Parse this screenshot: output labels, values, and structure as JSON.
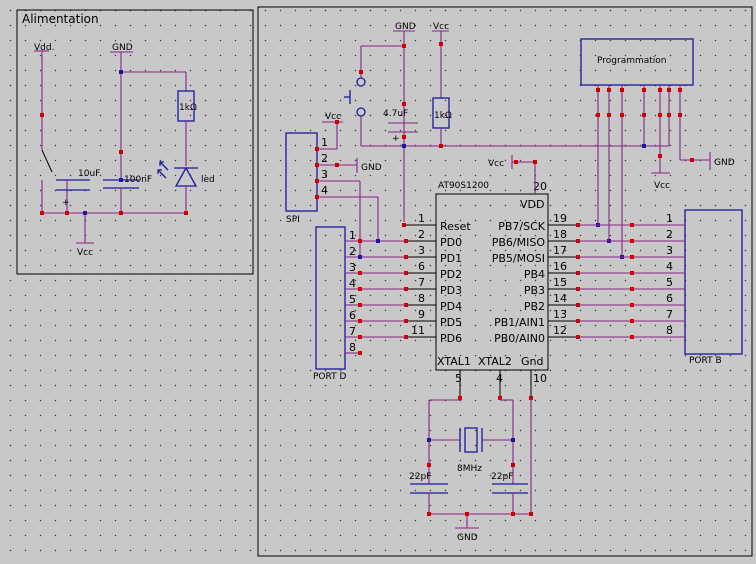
{
  "power_supply": {
    "title": "Alimentation",
    "vdd_label": "Vdd.",
    "gnd_label": "GND",
    "cap1_label": "10uF",
    "cap2_label": "100nF",
    "resistor_label": "1kΩ",
    "led_label": "led",
    "vcc_label": "Vcc"
  },
  "reset": {
    "gnd_label": "GND",
    "vcc_label": "Vcc",
    "cap_label": "4.7uF",
    "resistor_label": "1kΩ"
  },
  "programmer": {
    "title": "Programmation",
    "gnd_label": "GND",
    "vcc_label": "Vcc"
  },
  "spi": {
    "name": "SPI",
    "vcc_label": "Vcc",
    "gnd_label": "GND",
    "pins": [
      "1",
      "2",
      "3",
      "4"
    ]
  },
  "mcu": {
    "name": "AT90S1200",
    "vdd_label": "VDD",
    "vdd_pin": "20",
    "vcc_label": "Vcc",
    "left_pins": [
      {
        "num": "1",
        "name": "Reset"
      },
      {
        "num": "2",
        "name": "PD0"
      },
      {
        "num": "3",
        "name": "PD1"
      },
      {
        "num": "6",
        "name": "PD2"
      },
      {
        "num": "7",
        "name": "PD3"
      },
      {
        "num": "8",
        "name": "PD4"
      },
      {
        "num": "9",
        "name": "PD5"
      },
      {
        "num": "11",
        "name": "PD6"
      }
    ],
    "right_pins": [
      {
        "num": "19",
        "name": "PB7/SCK"
      },
      {
        "num": "18",
        "name": "PB6/MISO"
      },
      {
        "num": "17",
        "name": "PB5/MOSI"
      },
      {
        "num": "16",
        "name": "PB4"
      },
      {
        "num": "15",
        "name": "PB3"
      },
      {
        "num": "14",
        "name": "PB2"
      },
      {
        "num": "13",
        "name": "PB1/AIN1"
      },
      {
        "num": "12",
        "name": "PB0/AIN0"
      }
    ],
    "bottom_pins": [
      {
        "num": "5",
        "name": "XTAL1"
      },
      {
        "num": "4",
        "name": "XTAL2"
      },
      {
        "num": "10",
        "name": "Gnd"
      }
    ]
  },
  "port_d": {
    "name": "PORT D",
    "pins": [
      "1",
      "2",
      "3",
      "4",
      "5",
      "6",
      "7",
      "8"
    ]
  },
  "port_b": {
    "name": "PORT B",
    "pins": [
      "1",
      "2",
      "3",
      "4",
      "5",
      "6",
      "7",
      "8"
    ]
  },
  "crystal": {
    "freq_label": "8MHz",
    "cap1_label": "22pF",
    "cap2_label": "22pF",
    "gnd_label": "GND"
  }
}
